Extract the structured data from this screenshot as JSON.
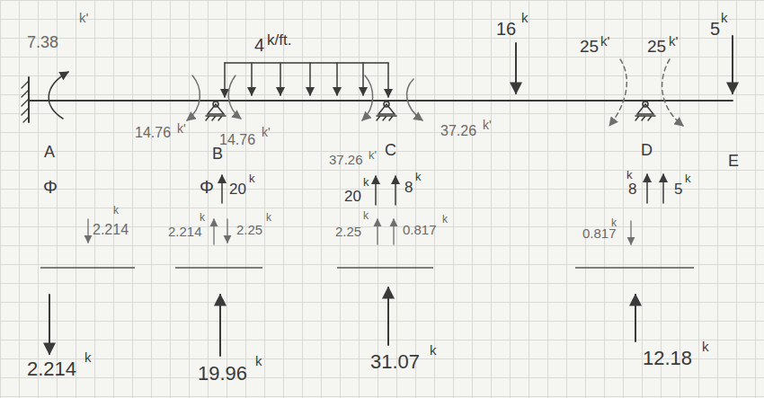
{
  "diagram": {
    "labels": [
      "7.38",
      "k'",
      "4",
      "k/ft.",
      "16",
      "k",
      "25",
      "k'",
      "25",
      "k'",
      "5",
      "k",
      "14.76",
      "k'",
      "14.76",
      "k'",
      "37.26",
      "k'",
      "A",
      "B",
      "37.26",
      "k'",
      "C",
      "D",
      "E",
      "Φ",
      "Φ",
      "20",
      "k",
      "20",
      "k",
      "8",
      "k",
      "k",
      "8",
      "5",
      "k",
      "2.214",
      "k",
      "2.214",
      "k",
      "2.25",
      "k",
      "2.25",
      "k",
      "0.817",
      "k",
      "0.817",
      "k",
      "2.214",
      "k",
      "19.96",
      "k",
      "31.07",
      "k",
      "12.18",
      "k"
    ]
  }
}
